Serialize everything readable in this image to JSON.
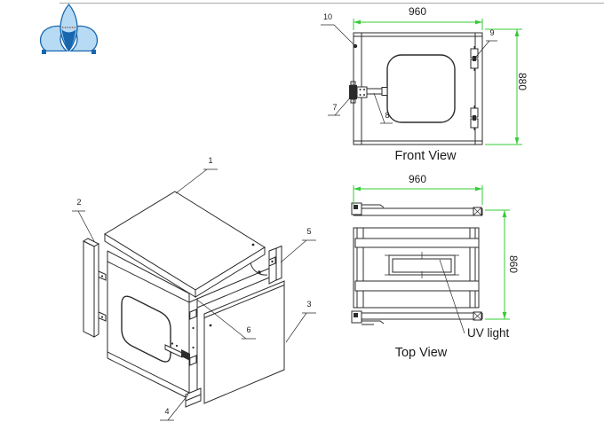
{
  "colors": {
    "line": "#2b2b2b",
    "dimension": "#35cc35",
    "label": "#1c1c1c",
    "rule": "#a8a8a8",
    "logo_dark": "#1766ae",
    "logo_light": "#b7dbf4"
  },
  "logo": {
    "name": "company-logo"
  },
  "front_view": {
    "label": "Front View",
    "width_dim": "960",
    "height_dim": "880",
    "callouts": {
      "top_frame": "10",
      "hinge": "9",
      "latch": "7",
      "handle": "8"
    }
  },
  "top_view": {
    "label": "Top View",
    "width_dim": "960",
    "depth_dim": "860",
    "uv_label": "UV light"
  },
  "isometric_view": {
    "callouts": {
      "top_cover": "1",
      "left_door_frame": "2",
      "side_panel": "3",
      "bottom_frame": "4",
      "rear_frame": "5",
      "interior_beam": "6"
    }
  }
}
